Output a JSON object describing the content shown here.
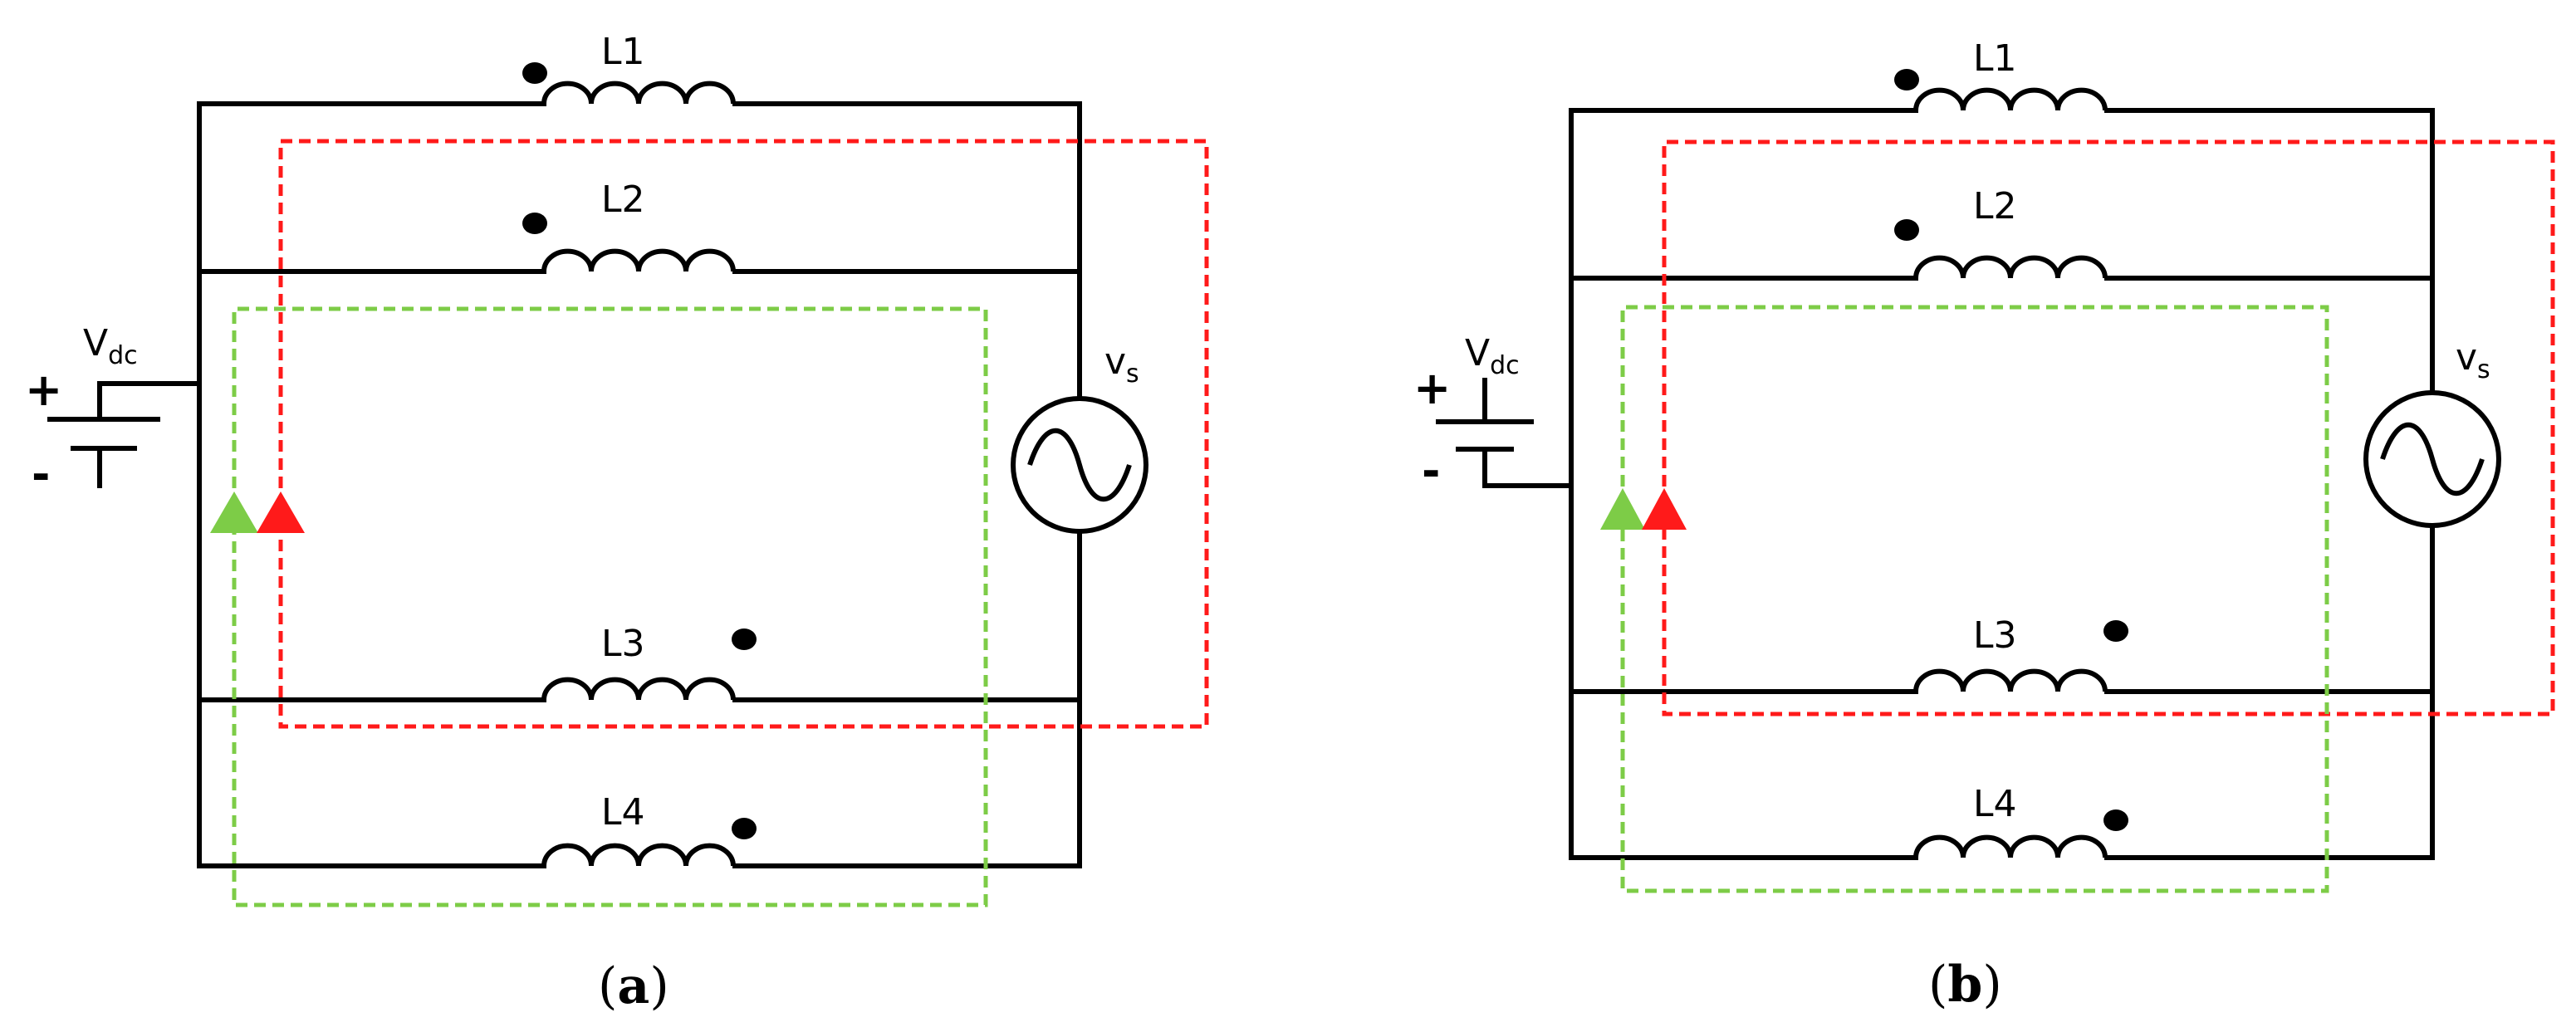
{
  "panels": [
    {
      "id": "a",
      "caption_open": "(",
      "caption_letter": "a",
      "caption_close": ")",
      "inductors": [
        "L1",
        "L2",
        "L3",
        "L4"
      ],
      "source_label": "V",
      "source_sub": "dc",
      "plus": "+",
      "minus": "-",
      "ac_label": "v",
      "ac_sub": "s",
      "dc_connection": "top"
    },
    {
      "id": "b",
      "caption_open": "(",
      "caption_letter": "b",
      "caption_close": ")",
      "inductors": [
        "L1",
        "L2",
        "L3",
        "L4"
      ],
      "source_label": "V",
      "source_sub": "dc",
      "plus": "+",
      "minus": "-",
      "ac_label": "v",
      "ac_sub": "s",
      "dc_connection": "bottom"
    }
  ],
  "colors": {
    "wire": "#000000",
    "loop_red": "#ff1a1a",
    "loop_green": "#7dcc47"
  }
}
